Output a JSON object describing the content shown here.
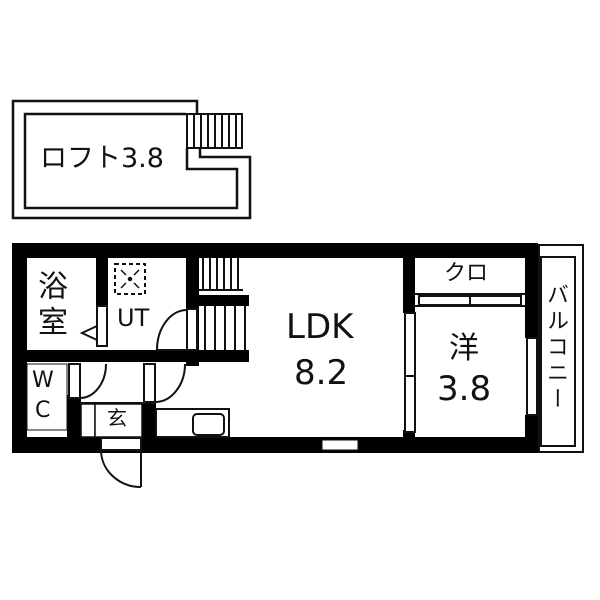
{
  "floor_plan": {
    "colors": {
      "wall": "#000000",
      "background": "#ffffff",
      "line": "#111111"
    },
    "loft": {
      "name": "ロフト",
      "size": "3.8",
      "label": "ロフト3.8"
    },
    "rooms": {
      "bath": {
        "label": "浴室"
      },
      "utility": {
        "label": "UT"
      },
      "wc": {
        "label": "WC",
        "line1": "W",
        "line2": "C"
      },
      "entrance": {
        "label": "玄"
      },
      "ldk": {
        "name": "LDK",
        "size": "8.2"
      },
      "western": {
        "name": "洋",
        "size": "3.8"
      },
      "closet": {
        "label": "クロ"
      },
      "balcony": {
        "label": "バルコニー"
      }
    },
    "symbols": [
      "staircase-upper",
      "staircase-lower",
      "washing-machine-pan",
      "kitchen-sink",
      "entry-door",
      "wc-door",
      "ut-door",
      "hall-door",
      "sliding-doors",
      "windows"
    ]
  }
}
